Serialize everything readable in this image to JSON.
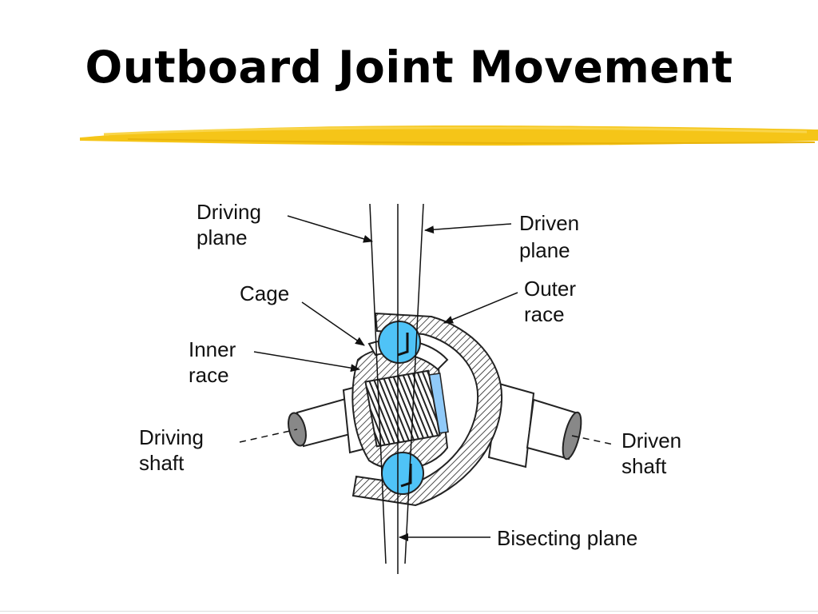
{
  "slide": {
    "title": "Outboard Joint Movement"
  },
  "colors": {
    "accent_bar": "#F5C518",
    "ball": "#4FC3F7",
    "cage_inner": "#90CAF9"
  },
  "diagram": {
    "labels": {
      "driving_plane": [
        "Driving",
        "plane"
      ],
      "driven_plane": [
        "Driven",
        "plane"
      ],
      "cage": [
        "Cage"
      ],
      "outer_race": [
        "Outer",
        "race"
      ],
      "inner_race": [
        "Inner",
        "race"
      ],
      "driving_shaft": [
        "Driving",
        "shaft"
      ],
      "driven_shaft": [
        "Driven",
        "shaft"
      ],
      "bisecting_plane": [
        "Bisecting plane"
      ]
    }
  }
}
